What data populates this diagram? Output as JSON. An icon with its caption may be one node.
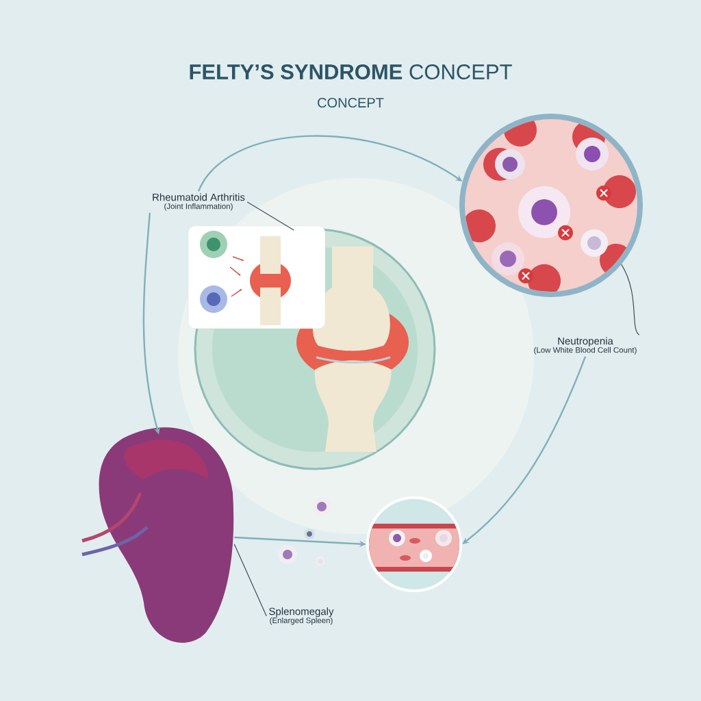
{
  "diagram": {
    "title": "**FELTY’S SYNDROME** CONCEPT",
    "nodes": [
      {
        "text": [],
        "shape": "picture"
      },
      {
        "text": [],
        "shape": "picture"
      },
      {
        "text": [],
        "shape": "picture"
      },
      {
        "text": [],
        "shape": "picture"
      },
      {
        "text": [],
        "shape": "picture"
      },
      {
        "text": [
          "Rheumatoid Arthritis",
          "(Joint Inflammation)"
        ]
      },
      {
        "text": [
          "Neutropenia",
          "(Low White Blood Cell Count)"
        ]
      },
      {
        "text": [
          "Splenomegaly",
          "(Enlarged Spleen)"
        ]
      }
    ],
    "edges": [
      {
        "from": 5,
        "to": 2,
        "arrow": "to"
      },
      {
        "from": 5,
        "to": 3,
        "arrow": "to"
      },
      {
        "from": 6,
        "to": 4,
        "arrow": "to"
      },
      {
        "from": 3,
        "to": 4,
        "arrow": "to"
      },
      {
        "from": 5,
        "to": 0,
        "arrow": "none",
        "color": "#3e4d55"
      },
      {
        "from": 6,
        "to": 2,
        "arrow": "none",
        "color": "#3e4d55"
      },
      {
        "from": 7,
        "to": 3,
        "arrow": "none",
        "color": "#3e4d55"
      }
    ],
    "labels": [
      "CONCEPT"
    ]
  }
}
